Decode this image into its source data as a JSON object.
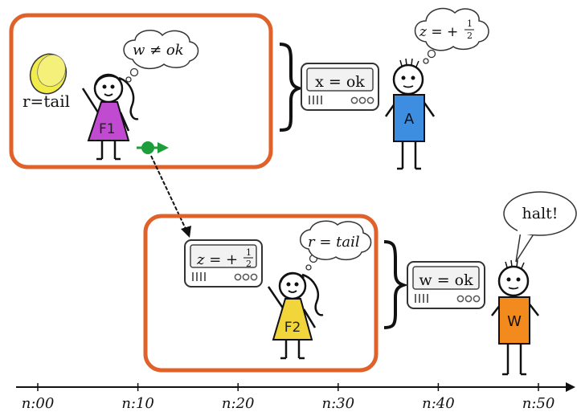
{
  "coin": {
    "label": "r=tail",
    "color": "#f2ec4a"
  },
  "lab1": {
    "agent": {
      "label": "F1",
      "dress_color": "#c04ad0",
      "thought": "w ≠ ok"
    }
  },
  "lab1_display": {
    "value": "x = ok"
  },
  "observer_a": {
    "label": "A",
    "shirt_color": "#3d8ee0",
    "thought_prefix": "z = +",
    "thought_num": "1",
    "thought_den": "2"
  },
  "lab2": {
    "display": {
      "prefix": "z = +",
      "num": "1",
      "den": "2"
    },
    "agent": {
      "label": "F2",
      "dress_color": "#f2d43b",
      "thought": "r = tail"
    }
  },
  "lab2_display": {
    "value": "w = ok"
  },
  "observer_w": {
    "label": "W",
    "shirt_color": "#f28a1e",
    "speech": "halt!"
  },
  "signal": {
    "color": "#1e9e3a"
  },
  "lab_border_color": "#e0622a",
  "timeline": {
    "ticks": [
      "n:00",
      "n:10",
      "n:20",
      "n:30",
      "n:40",
      "n:50"
    ]
  }
}
